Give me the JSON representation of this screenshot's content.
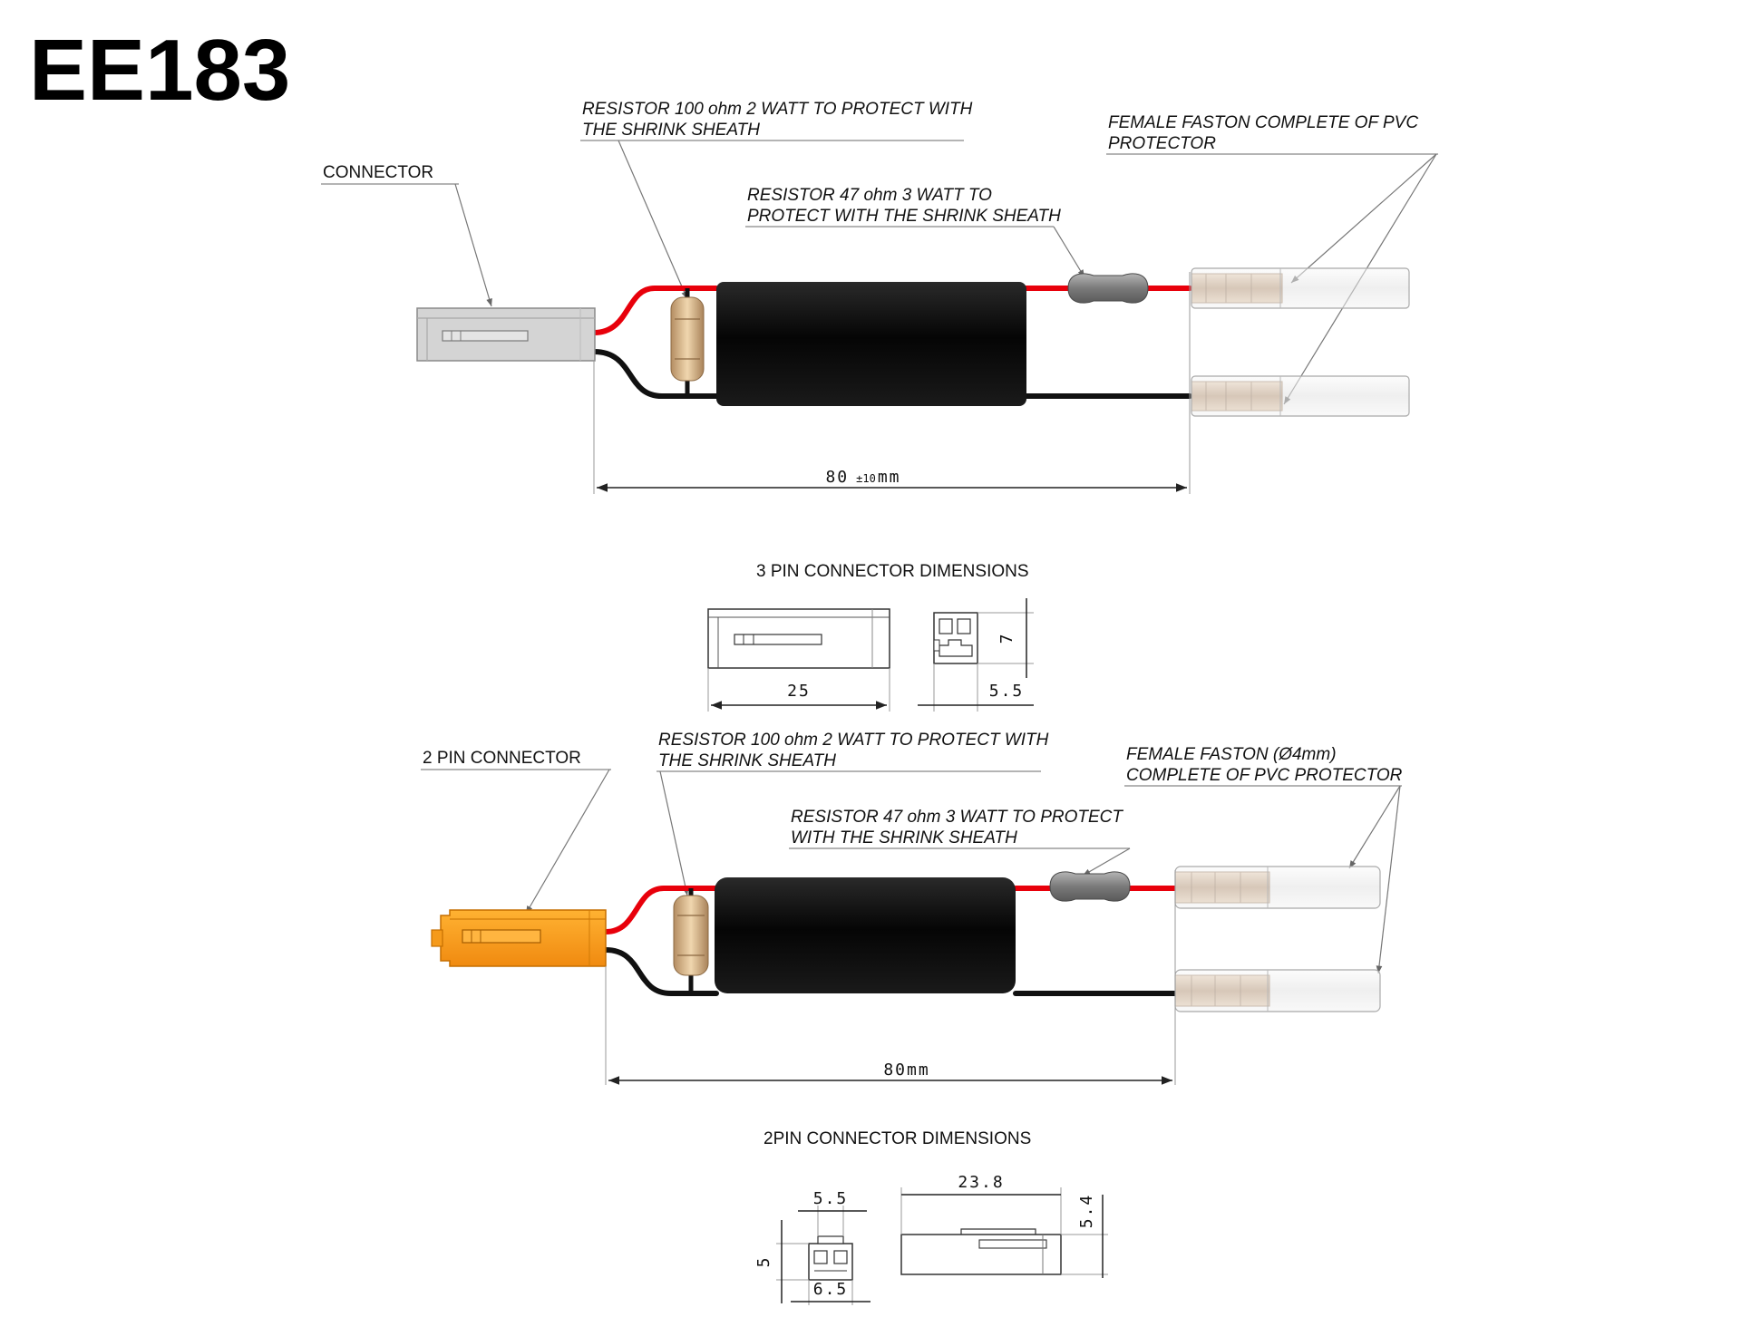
{
  "title": "EE183",
  "top_assembly": {
    "connector_label": "CONNECTOR",
    "resistor100_line1": "RESISTOR 100 ohm 2 WATT TO PROTECT WITH",
    "resistor100_line2": "THE SHRINK SHEATH",
    "resistor47_line1": "RESISTOR 47 ohm 3 WATT TO",
    "resistor47_line2": "PROTECT WITH THE SHRINK SHEATH",
    "faston_line1": "FEMALE FASTON COMPLETE OF PVC",
    "faston_line2": "PROTECTOR",
    "length_value": "80",
    "length_tolerance": "±10",
    "length_unit": "mm"
  },
  "three_pin_dimensions": {
    "caption": "3 PIN CONNECTOR  DIMENSIONS",
    "length": "25",
    "height": "7",
    "width": "5.5"
  },
  "bottom_assembly": {
    "connector_label": "2 PIN CONNECTOR",
    "resistor100_line1": "RESISTOR 100 ohm 2 WATT TO PROTECT WITH",
    "resistor100_line2": "THE SHRINK SHEATH",
    "resistor47_line1": "RESISTOR 47 ohm 3 WATT TO PROTECT",
    "resistor47_line2": "WITH THE SHRINK SHEATH",
    "faston_line1": "FEMALE FASTON (Ø4mm)",
    "faston_line2": "COMPLETE OF PVC PROTECTOR",
    "length": "80mm"
  },
  "two_pin_dimensions": {
    "caption": "2PIN CONNECTOR  DIMENSIONS",
    "top_width": "5.5",
    "bottom_width": "6.5",
    "height": "5",
    "length": "23.8",
    "side_height": "5.4"
  },
  "colors": {
    "red_wire": "#e8000b",
    "black_wire": "#111111",
    "sheath": "#0d0d0d",
    "connector_grey": "#d4d4d4",
    "connector_orange": "#f59a1b",
    "resistor_100": "#d9b88a",
    "resistor_47": "#8a8a8a"
  }
}
